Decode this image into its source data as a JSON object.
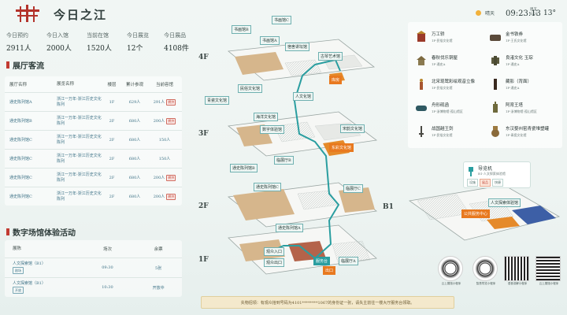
{
  "header": {
    "title": "今日之江",
    "stats": [
      {
        "label": "今日预约",
        "value": "2911人"
      },
      {
        "label": "今日入馆",
        "value": "2000人"
      },
      {
        "label": "当前在馆",
        "value": "1520人"
      },
      {
        "label": "今日展览",
        "value": "12个"
      },
      {
        "label": "今日展品",
        "value": "4108件"
      }
    ]
  },
  "flow": {
    "title": "展厅客流",
    "headers": [
      "展厅名称",
      "展览名称",
      "楼层",
      "累计参观",
      "当前容馆"
    ],
    "rows": [
      {
        "hall": "通史陈列馆A",
        "exhibit": "浙江一万年-浙江历史文化陈列",
        "floor": "1F",
        "total": "629人",
        "current": "291人",
        "badge": "拥挤"
      },
      {
        "hall": "通史陈列馆B",
        "exhibit": "浙江一万年-浙江历史文化陈列",
        "floor": "2F",
        "total": "680人",
        "current": "200人",
        "badge": "拥挤"
      },
      {
        "hall": "通史陈列馆C",
        "exhibit": "浙江一万年-浙江历史文化陈列",
        "floor": "2F",
        "total": "680人",
        "current": "150人",
        "badge": ""
      },
      {
        "hall": "通史陈列馆C",
        "exhibit": "浙江一万年-浙江历史文化陈列",
        "floor": "2F",
        "total": "680人",
        "current": "150人",
        "badge": ""
      },
      {
        "hall": "通史陈列馆C",
        "exhibit": "浙江一万年-浙江历史文化陈列",
        "floor": "2F",
        "total": "680人",
        "current": "200人",
        "badge": "拥挤"
      },
      {
        "hall": "通史陈列馆C",
        "exhibit": "浙江一万年-浙江历史文化陈列",
        "floor": "2F",
        "total": "680人",
        "current": "200人",
        "badge": "拥挤"
      }
    ]
  },
  "activity": {
    "title": "数字场馆体验活动",
    "headers": [
      "展陈",
      "场次",
      "余票"
    ],
    "rows": [
      {
        "name": "人文探索馆（B1）",
        "tag": "剧场",
        "session": "09:30",
        "tickets": "5张"
      },
      {
        "name": "人文探索馆（B1）",
        "tag": "开放",
        "session": "10:30",
        "tickets": "开放中"
      }
    ]
  },
  "floors": [
    "4F",
    "3F",
    "2F",
    "1F",
    "B1"
  ],
  "halls": {
    "f4": [
      "书画馆C",
      "书画馆B",
      "书画馆A",
      "宿舍讲坛馆",
      "古琴艺术馆",
      "库房"
    ],
    "f3": [
      "民俗文化馆",
      "青瓷文化馆",
      "人文化馆",
      "海洋文化馆",
      "数字体验馆",
      "宋韵文化馆",
      "东彩文化馆"
    ],
    "f2": [
      "临展厅B",
      "通史陈列馆B",
      "通史陈列馆C",
      "临展厅C"
    ],
    "f1": [
      "通史陈列馆A",
      "观众入口",
      "观众出口",
      "临展厅A",
      "服务台",
      "出口"
    ],
    "b1": [
      "人文探索体验馆",
      "公共服务中心"
    ]
  },
  "weather": {
    "cond": "晴天",
    "time": "09:23:13",
    "week": "周五",
    "date": "8.24",
    "temp": "13°"
  },
  "artifacts": [
    {
      "name": "万工轿",
      "sub": "1F-民俗文化馆",
      "icon": "palanquin-icon"
    },
    {
      "name": "金书铁券",
      "sub": "1F-王氏文化馆",
      "icon": "iron-plaque-icon"
    },
    {
      "name": "春秋伐乐铜屋",
      "sub": "1F-通史A",
      "icon": "bronze-house-icon"
    },
    {
      "name": "良渚文化 玉琮",
      "sub": "1F-通史A",
      "icon": "jade-cong-icon"
    },
    {
      "name": "北宋现鹭彩绘观音立像",
      "sub": "1F-民俗文化馆",
      "icon": "guanyin-icon"
    },
    {
      "name": "藏影（背面）",
      "sub": "1F-通史A",
      "icon": "shadow-icon"
    },
    {
      "name": "舟形砚函",
      "sub": "1F-浙博物馆-孤山馆区",
      "icon": "inkstone-icon"
    },
    {
      "name": "阿育王塔",
      "sub": "1F-浙博物馆-孤山馆区",
      "icon": "pagoda-icon"
    },
    {
      "name": "战国越王剑",
      "sub": "1F-民俗文化馆",
      "icon": "sword-icon"
    },
    {
      "name": "东汉婺州窑青瓷堆塑罐",
      "sub": "1F-青瓷文化馆",
      "icon": "urn-icon"
    }
  ],
  "guide": {
    "title": "导览机",
    "sub": "B1-人文探索体验馆",
    "buttons": [
      "设施",
      "展品",
      "快捷"
    ]
  },
  "qrcodes": [
    "云上展馆小程序",
    "智慧导览小程序",
    "语音讲解小程序",
    "云上展馆小程序"
  ],
  "notice": "失物招领：有观众拾到号码为4101********1067的身份证一张，请失主前往一楼大厅服务台领取。",
  "colors": {
    "accent": "#c23b32",
    "route": "#2a9ea0",
    "highlight": "#e8791f",
    "link": "#3e7287"
  }
}
